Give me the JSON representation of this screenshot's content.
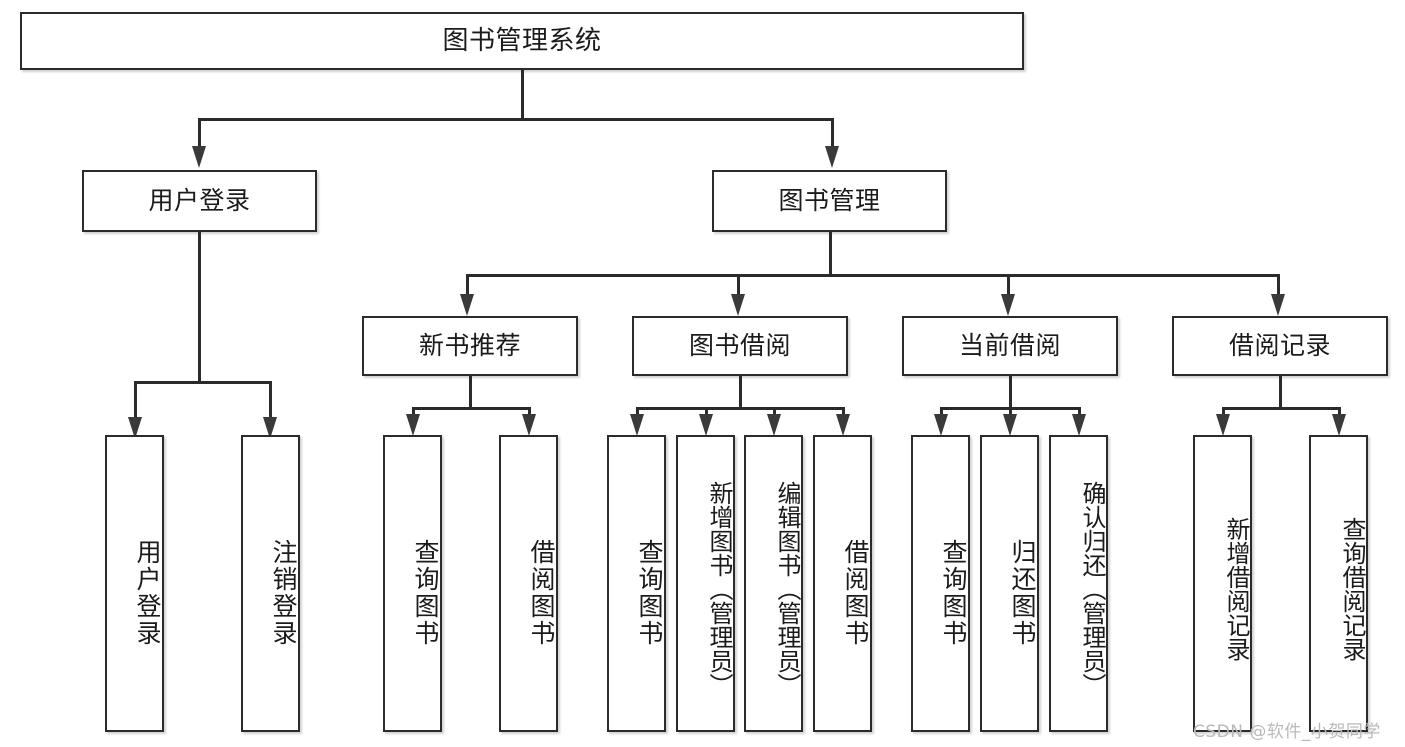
{
  "diagram": {
    "type": "tree-hierarchy-chart",
    "title": "图书管理系统",
    "orientation": "top-down",
    "line_color": "#2b2b2b",
    "box_fill": "#ffffff",
    "text_color": "#1b1b1b",
    "levels": 4
  },
  "nodes": {
    "root": {
      "label": "图书管理系统"
    },
    "level2": [
      {
        "id": "user-login",
        "label": "用户登录"
      },
      {
        "id": "book-manage",
        "label": "图书管理"
      }
    ],
    "level3": [
      {
        "id": "new-book-recommend",
        "label": "新书推荐"
      },
      {
        "id": "book-borrow",
        "label": "图书借阅"
      },
      {
        "id": "current-borrow",
        "label": "当前借阅"
      },
      {
        "id": "borrow-record",
        "label": "借阅记录"
      }
    ],
    "leaves": {
      "user_login": [
        {
          "id": "leaf-user-login",
          "label": "用户登录"
        },
        {
          "id": "leaf-logout-login",
          "label": "注销登录"
        }
      ],
      "new_book_recommend": [
        {
          "id": "leaf-query-book-1",
          "label": "查询图书"
        },
        {
          "id": "leaf-borrow-book-1",
          "label": "借阅图书"
        }
      ],
      "book_borrow": [
        {
          "id": "leaf-query-book-2",
          "label": "查询图书"
        },
        {
          "id": "leaf-add-book",
          "label": "新增图书（管理员）"
        },
        {
          "id": "leaf-edit-book",
          "label": "编辑图书（管理员）"
        },
        {
          "id": "leaf-borrow-book-2",
          "label": "借阅图书"
        }
      ],
      "current_borrow": [
        {
          "id": "leaf-query-book-3",
          "label": "查询图书"
        },
        {
          "id": "leaf-return-book",
          "label": "归还图书"
        },
        {
          "id": "leaf-confirm-return",
          "label": "确认归还（管理员）"
        }
      ],
      "borrow_record": [
        {
          "id": "leaf-add-record",
          "label": "新增借阅记录"
        },
        {
          "id": "leaf-query-record",
          "label": "查询借阅记录"
        }
      ]
    }
  },
  "watermark": {
    "text": "CSDN @软件_小贺同学"
  }
}
